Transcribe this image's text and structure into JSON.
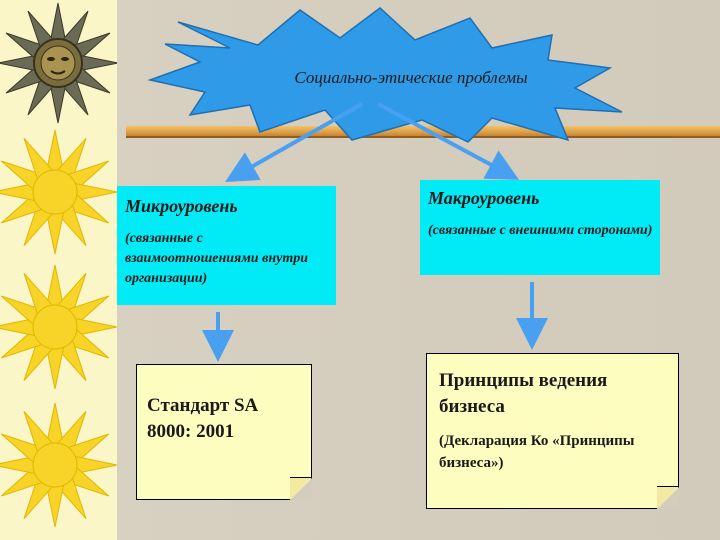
{
  "title": "Социально-этические проблемы",
  "micro": {
    "heading": "Микроуровень",
    "description": "(связанные с взаимоотношениями внутри организации)"
  },
  "macro": {
    "heading": "Макроуровень",
    "description": "(связанные с внешними сторонами)"
  },
  "standard": {
    "text": "Стандарт SA 8000: 2001"
  },
  "principles": {
    "heading": "Принципы ведения бизнеса",
    "description": "(Декларация Ко «Принципы бизнеса»)"
  },
  "colors": {
    "star": "#2f9be8",
    "level_box": "#00ebf5",
    "note": "#fefdc0",
    "arrow": "#4aa0f0",
    "sun": "#f8d428"
  },
  "icons": [
    "sun-face-icon",
    "sun-icon"
  ]
}
